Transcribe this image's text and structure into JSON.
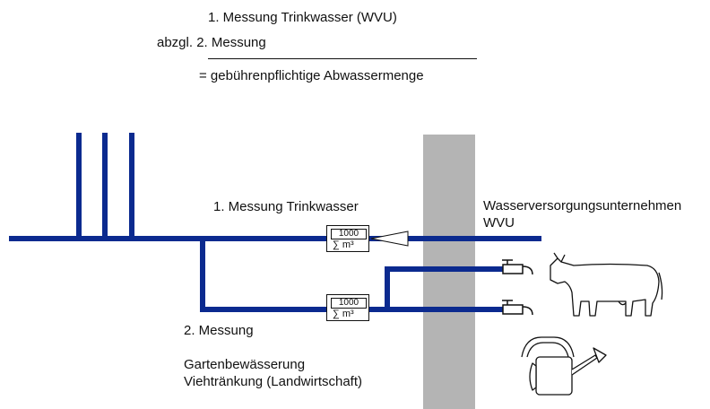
{
  "formula": {
    "line1": "1. Messung Trinkwasser (WVU)",
    "line2": "abzgl. 2. Messung",
    "line3": "= gebührenpflichtige Abwassermenge"
  },
  "labels": {
    "messung1": "1. Messung Trinkwasser",
    "wvu_name": "Wasserversorgungsunternehmen",
    "wvu_abbr": "WVU",
    "messung2": "2. Messung",
    "use1": "Gartenbewässerung",
    "use2": "Viehtränkung (Landwirtschaft)"
  },
  "meters": [
    {
      "reading": "1000",
      "unit": "∑ m³"
    },
    {
      "reading": "1000",
      "unit": "∑ m³"
    }
  ],
  "icons": [
    "water-meter-icon",
    "faucet-icon",
    "cow-icon",
    "watering-can-icon"
  ],
  "colors": {
    "pipe": "#0b2a8f",
    "wall": "#b4b4b4",
    "line": "#111111"
  }
}
